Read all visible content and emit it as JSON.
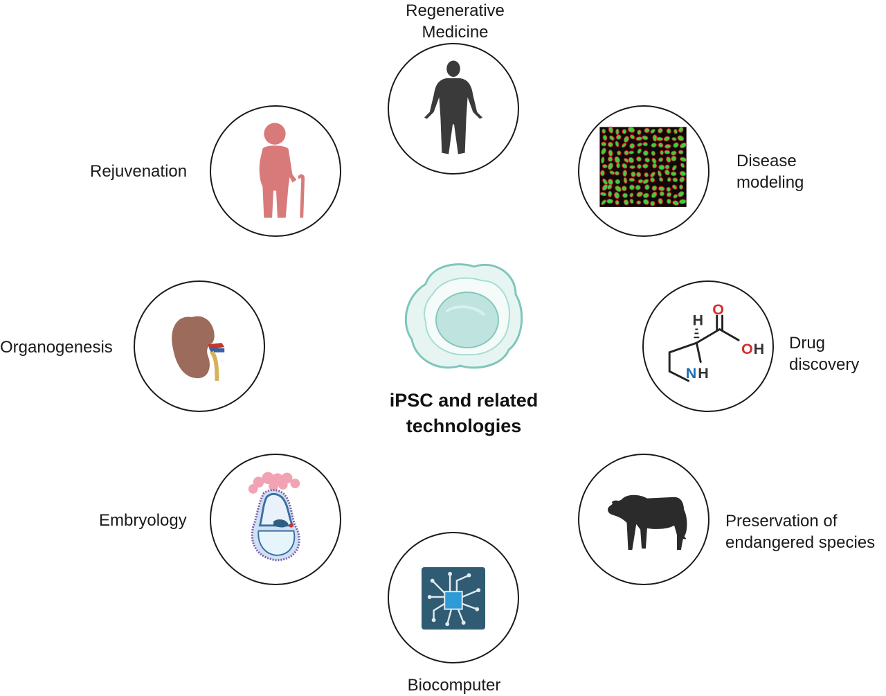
{
  "center": {
    "line1": "iPSC and related",
    "line2": "technologies"
  },
  "nodes": {
    "regenerative_medicine": {
      "line1": "Regenerative",
      "line2": "Medicine"
    },
    "disease_modeling": {
      "line1": "Disease",
      "line2": "modeling"
    },
    "drug_discovery": {
      "line1": "Drug",
      "line2": "discovery"
    },
    "preservation": {
      "line1": "Preservation of",
      "line2": "endangered species"
    },
    "biocomputer": {
      "line1": "Biocomputer"
    },
    "embryology": {
      "line1": "Embryology"
    },
    "organogenesis": {
      "line1": "Organogenesis"
    },
    "rejuvenation": {
      "line1": "Rejuvenation"
    }
  },
  "molecule": {
    "atom_o": "O",
    "atom_oh_o": "O",
    "atom_oh_h": "H",
    "atom_n": "N",
    "atom_nh_h": "H",
    "atom_h": "H"
  },
  "colors": {
    "outline": "#1a1a1a",
    "human_silhouette": "#3a3a3a",
    "elder": "#d97a7a",
    "kidney": "#9c6b5c",
    "cell": "#bfe3de",
    "oxygen": "#d0312d",
    "nitrogen": "#1e6db3",
    "chip_bg": "#2f5b73",
    "chip_core": "#2e9ad6",
    "bull": "#2b2b2b"
  }
}
